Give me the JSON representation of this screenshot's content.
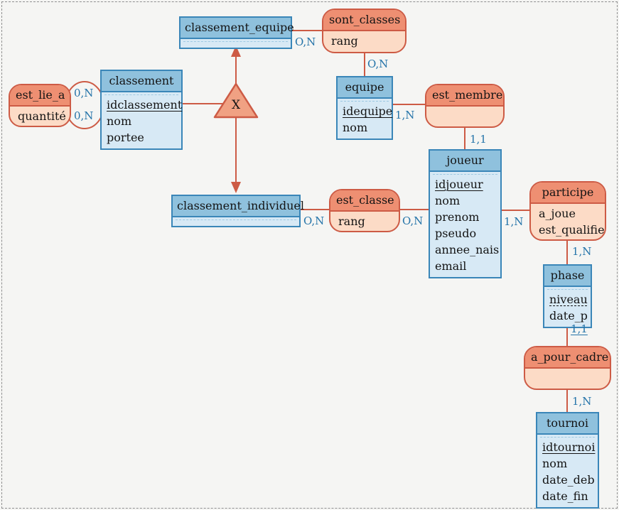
{
  "colors": {
    "entity_border": "#3a86b8",
    "entity_title_bg": "#8fc1dd",
    "entity_body_bg": "#d7e9f5",
    "relation_border": "#cd5b45",
    "relation_title_bg": "#ee8f72",
    "relation_body_bg": "#fcdbc6",
    "connector_line": "#cd5b45",
    "cardinality_text": "#2574a9",
    "triangle_fill": "#f0a183"
  },
  "entities": [
    {
      "name": "classement_equipe",
      "attributes": []
    },
    {
      "name": "classement",
      "attributes": [
        {
          "text": "idclassement",
          "key": "solid"
        },
        {
          "text": "nom",
          "key": "none"
        },
        {
          "text": "portee",
          "key": "none"
        }
      ]
    },
    {
      "name": "equipe",
      "attributes": [
        {
          "text": "idequipe",
          "key": "solid"
        },
        {
          "text": "nom",
          "key": "none"
        }
      ]
    },
    {
      "name": "joueur",
      "attributes": [
        {
          "text": "idjoueur",
          "key": "solid"
        },
        {
          "text": "nom",
          "key": "none"
        },
        {
          "text": "prenom",
          "key": "none"
        },
        {
          "text": "pseudo",
          "key": "none"
        },
        {
          "text": "annee_nais",
          "key": "none"
        },
        {
          "text": "email",
          "key": "none"
        }
      ]
    },
    {
      "name": "classement_individuel",
      "attributes": []
    },
    {
      "name": "phase",
      "attributes": [
        {
          "text": "niveau",
          "key": "dashed"
        },
        {
          "text": "date_p",
          "key": "none"
        }
      ]
    },
    {
      "name": "tournoi",
      "attributes": [
        {
          "text": "idtournoi",
          "key": "solid"
        },
        {
          "text": "nom",
          "key": "none"
        },
        {
          "text": "date_deb",
          "key": "none"
        },
        {
          "text": "date_fin",
          "key": "none"
        }
      ]
    }
  ],
  "relations": [
    {
      "name": "est_lie_a",
      "attributes": [
        {
          "text": "quantité"
        }
      ]
    },
    {
      "name": "sont_classes",
      "attributes": [
        {
          "text": "rang"
        }
      ]
    },
    {
      "name": "est_membre",
      "attributes": []
    },
    {
      "name": "est_classe",
      "attributes": [
        {
          "text": "rang"
        }
      ]
    },
    {
      "name": "participe",
      "attributes": [
        {
          "text": "a_joue"
        },
        {
          "text": "est_qualifie"
        }
      ]
    },
    {
      "name": "a_pour_cadre",
      "attributes": []
    }
  ],
  "specialization": {
    "label": "X"
  },
  "cardinalities": [
    {
      "id": "est_lie_a-classement-1",
      "text": "0,N"
    },
    {
      "id": "est_lie_a-classement-2",
      "text": "0,N"
    },
    {
      "id": "classement_equipe-sont_classes",
      "text": "O,N"
    },
    {
      "id": "sont_classes-equipe",
      "text": "O,N"
    },
    {
      "id": "equipe-est_membre",
      "text": "1,N"
    },
    {
      "id": "est_membre-joueur",
      "text": "1,1"
    },
    {
      "id": "classement_individuel-est_classe",
      "text": "O,N"
    },
    {
      "id": "est_classe-joueur",
      "text": "O,N"
    },
    {
      "id": "joueur-participe",
      "text": "1,N"
    },
    {
      "id": "participe-phase",
      "text": "1,N"
    },
    {
      "id": "phase-a_pour_cadre",
      "text": "1,1",
      "underlined": true
    },
    {
      "id": "a_pour_cadre-tournoi",
      "text": "1,N"
    }
  ]
}
